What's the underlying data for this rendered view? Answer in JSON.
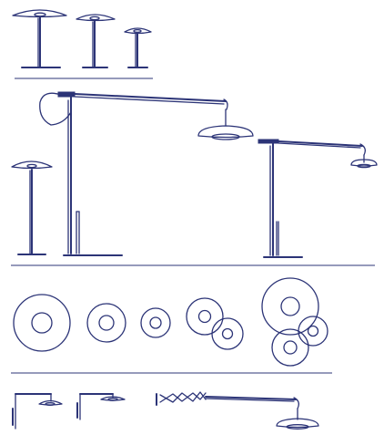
{
  "sheet": {
    "line_color": "#2c3477",
    "background": "#ffffff",
    "sections": [
      {
        "name": "floor-lamps-row"
      },
      {
        "name": "tall-and-cantilever-lamps-row"
      },
      {
        "name": "shade-top-views-row"
      },
      {
        "name": "wall-lamps-row"
      }
    ]
  }
}
